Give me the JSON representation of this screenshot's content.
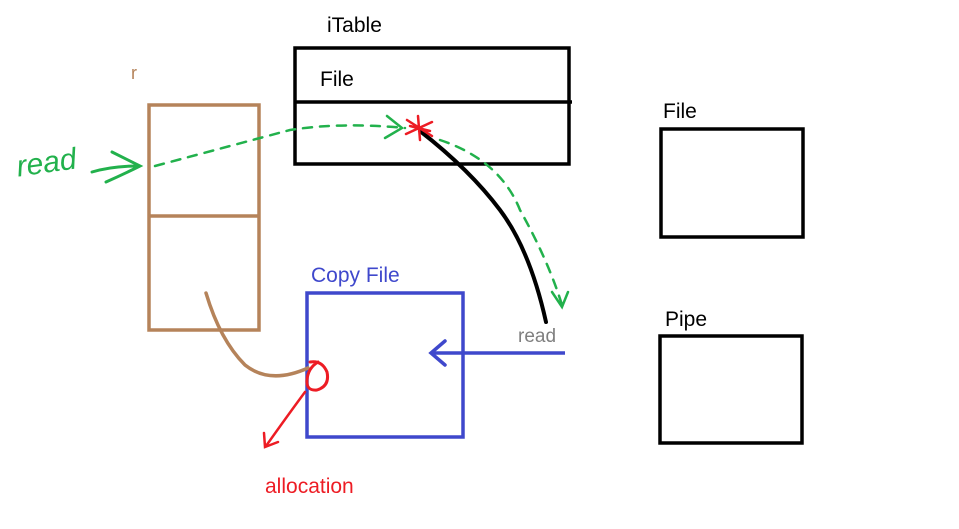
{
  "labels": {
    "itable_title": "iTable",
    "itable_row1": "File",
    "r_label": "r",
    "read_handwritten": "read",
    "copy_file": "Copy File",
    "read_small": "read",
    "allocation": "allocation",
    "file_label": "File",
    "pipe_label": "Pipe"
  },
  "colors": {
    "black": "#000000",
    "brown": "#b5835a",
    "green": "#22b14c",
    "blue": "#3f48cc",
    "red": "#ed1c24",
    "gray": "#7f7f7f"
  }
}
